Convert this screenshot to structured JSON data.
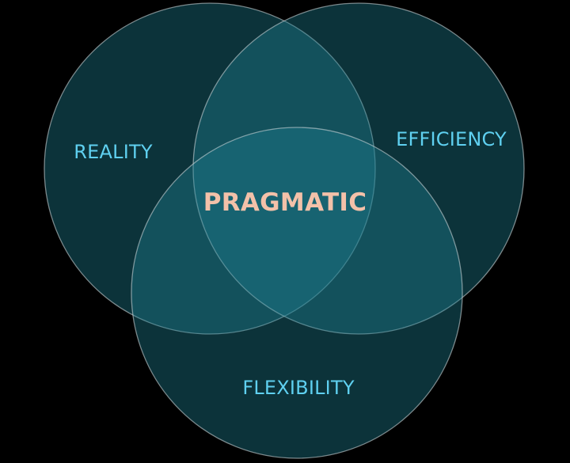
{
  "diagram": {
    "type": "venn",
    "sets": [
      {
        "label": "REALITY"
      },
      {
        "label": "EFFICIENCY"
      },
      {
        "label": "FLEXIBILITY"
      }
    ],
    "intersection_label": "PRAGMATIC",
    "colors": {
      "background": "#000000",
      "circle_fill": "#1f7f92",
      "circle_stroke": "#c9d4d7",
      "set_label": "#5fd0f0",
      "center_label": "#f3c1a9"
    }
  }
}
